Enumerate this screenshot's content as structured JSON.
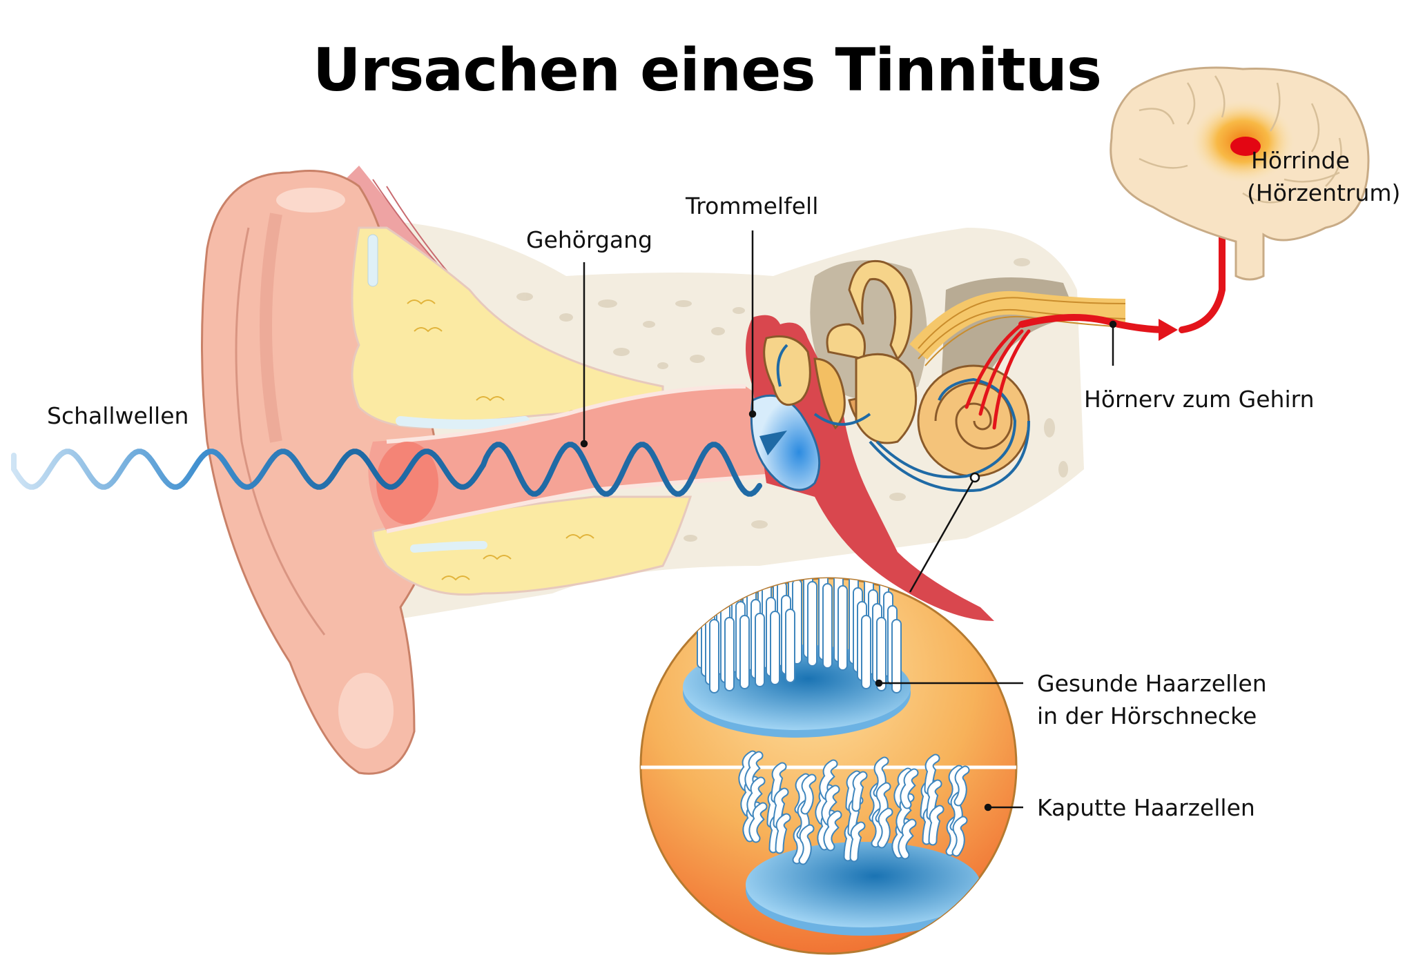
{
  "title": "Ursachen eines Tinnitus",
  "labels": {
    "sound_waves": "Schallwellen",
    "ear_canal": "Gehörgang",
    "eardrum": "Trommelfell",
    "auditory_cortex_line1": "Hörrinde",
    "auditory_cortex_line2": "(Hörzentrum)",
    "auditory_nerve": "Hörnerv zum Gehirn",
    "healthy_hair_cells_line1": "Gesunde Haarzellen",
    "healthy_hair_cells_line2": "in der Hörschnecke",
    "damaged_hair_cells": "Kaputte Haarzellen"
  },
  "colors": {
    "skin": "#f6b8a6",
    "skin_outline": "#c98168",
    "fat": "#fbeaa3",
    "bone": "#f1e9d9",
    "canal": "#f49a8e",
    "wave": "#1f6aa5",
    "nerve_signal": "#e3141b",
    "cochlea": "#f4c37a",
    "hair_cell_base": "#79bde8",
    "inset_bg": "#f5a24d"
  }
}
